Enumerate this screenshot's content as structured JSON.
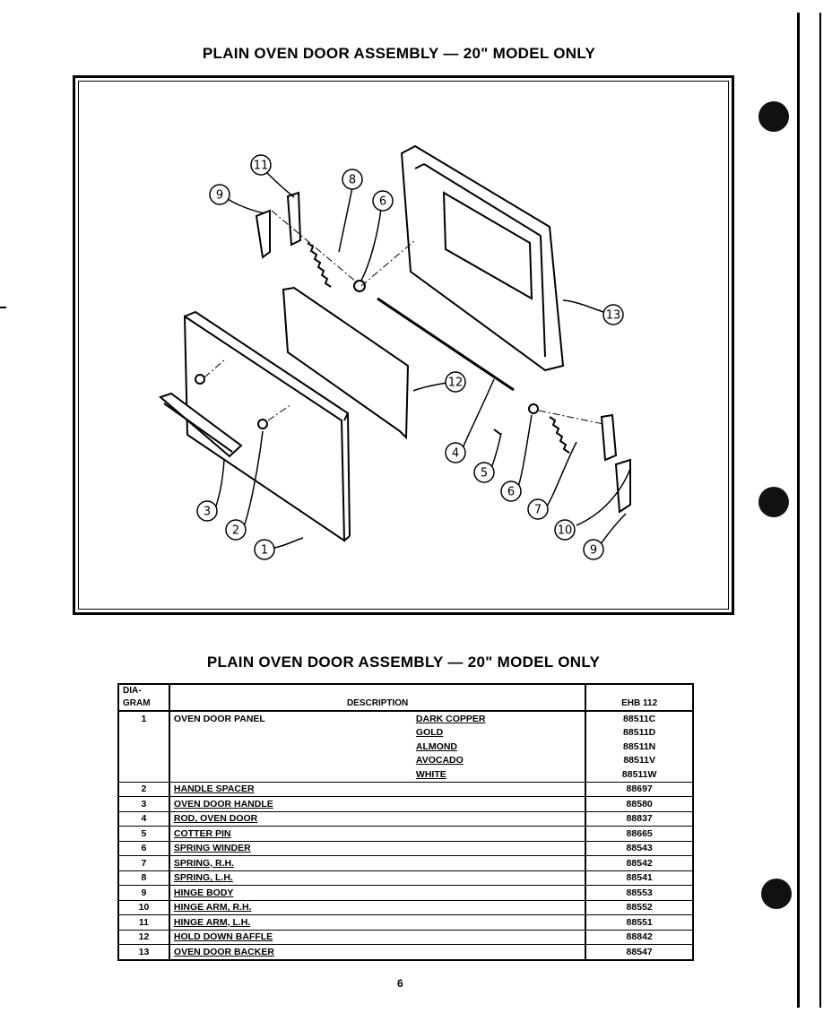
{
  "title": "PLAIN OVEN DOOR ASSEMBLY — 20\" MODEL ONLY",
  "table_title": "PLAIN OVEN DOOR ASSEMBLY — 20\" MODEL ONLY",
  "callouts": [
    "1",
    "2",
    "3",
    "4",
    "5",
    "6",
    "7",
    "8",
    "9",
    "10",
    "11",
    "12",
    "13"
  ],
  "table": {
    "headers": {
      "diagram": "DIA-\nGRAM",
      "description": "DESCRIPTION",
      "part": "EHB 112"
    },
    "rows": [
      {
        "no": "1",
        "description": "OVEN DOOR PANEL",
        "variant": "DARK COPPER",
        "part": "88511C"
      },
      {
        "no": "",
        "description": "",
        "variant": "GOLD",
        "part": "88511D"
      },
      {
        "no": "",
        "description": "",
        "variant": "ALMOND",
        "part": "88511N"
      },
      {
        "no": "",
        "description": "",
        "variant": "AVOCADO",
        "part": "88511V"
      },
      {
        "no": "",
        "description": "",
        "variant": "WHITE",
        "part": "88511W"
      },
      {
        "no": "2",
        "description": "HANDLE SPACER",
        "variant": "",
        "part": "88697"
      },
      {
        "no": "3",
        "description": "OVEN DOOR HANDLE",
        "variant": "",
        "part": "88580"
      },
      {
        "no": "4",
        "description": "ROD, OVEN DOOR",
        "variant": "",
        "part": "88837"
      },
      {
        "no": "5",
        "description": "COTTER PIN",
        "variant": "",
        "part": "88665"
      },
      {
        "no": "6",
        "description": "SPRING WINDER",
        "variant": "",
        "part": "88543"
      },
      {
        "no": "7",
        "description": "SPRING, R.H.",
        "variant": "",
        "part": "88542"
      },
      {
        "no": "8",
        "description": "SPRING, L.H.",
        "variant": "",
        "part": "88541"
      },
      {
        "no": "9",
        "description": "HINGE BODY",
        "variant": "",
        "part": "88553"
      },
      {
        "no": "10",
        "description": "HINGE ARM, R.H.",
        "variant": "",
        "part": "88552"
      },
      {
        "no": "11",
        "description": "HINGE ARM, L.H.",
        "variant": "",
        "part": "88551"
      },
      {
        "no": "12",
        "description": "HOLD DOWN BAFFLE",
        "variant": "",
        "part": "88842"
      },
      {
        "no": "13",
        "description": "OVEN DOOR BACKER",
        "variant": "",
        "part": "88547"
      }
    ]
  },
  "page_number": "6"
}
